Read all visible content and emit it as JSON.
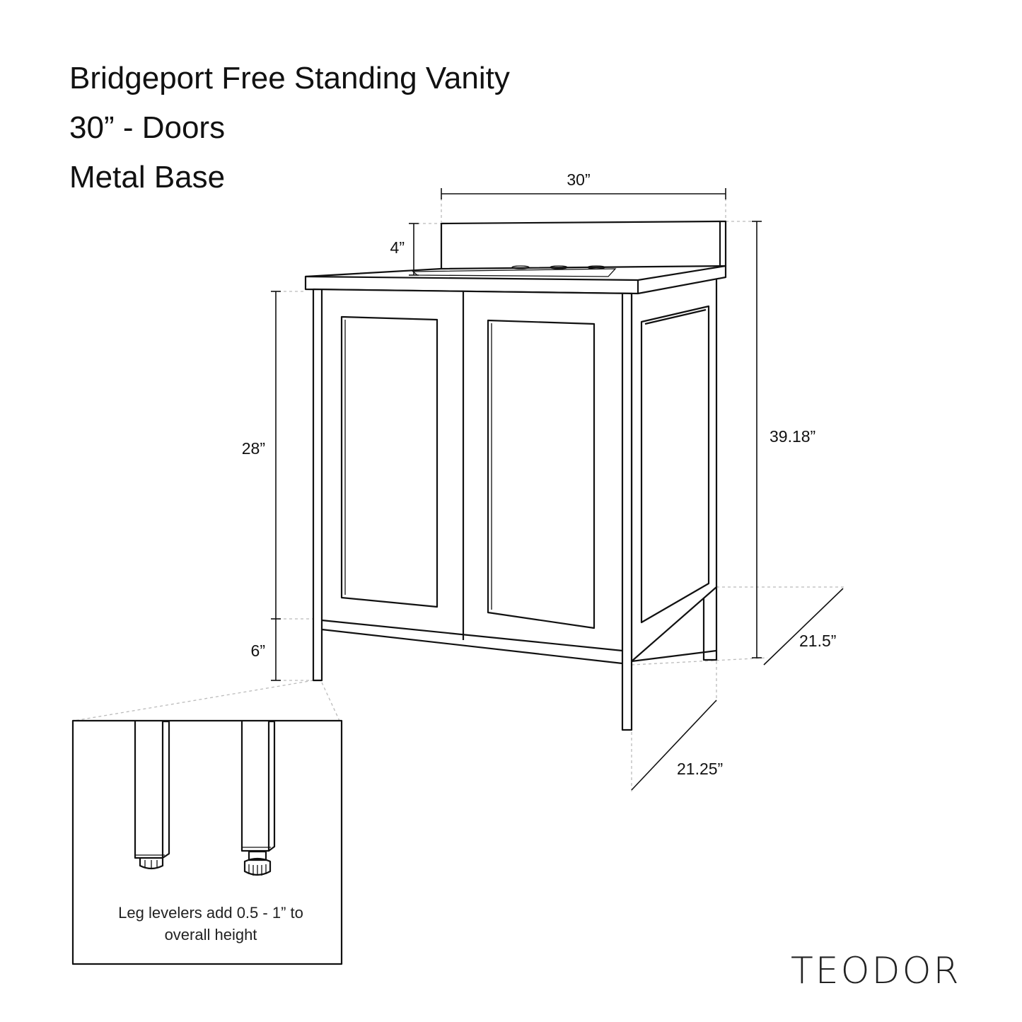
{
  "title": {
    "line1": "Bridgeport Free Standing Vanity",
    "line2": "30” - Doors",
    "line3": "Metal Base"
  },
  "dimensions": {
    "width": "30”",
    "backsplash": "4”",
    "cabinet_height": "28”",
    "leg_height": "6”",
    "overall_height": "39.18”",
    "top_depth": "21.5”",
    "base_depth": "21.25”"
  },
  "inset": {
    "note_line1": "Leg levelers add 0.5 - 1” to",
    "note_line2": "overall height"
  },
  "brand": "TEODOR"
}
